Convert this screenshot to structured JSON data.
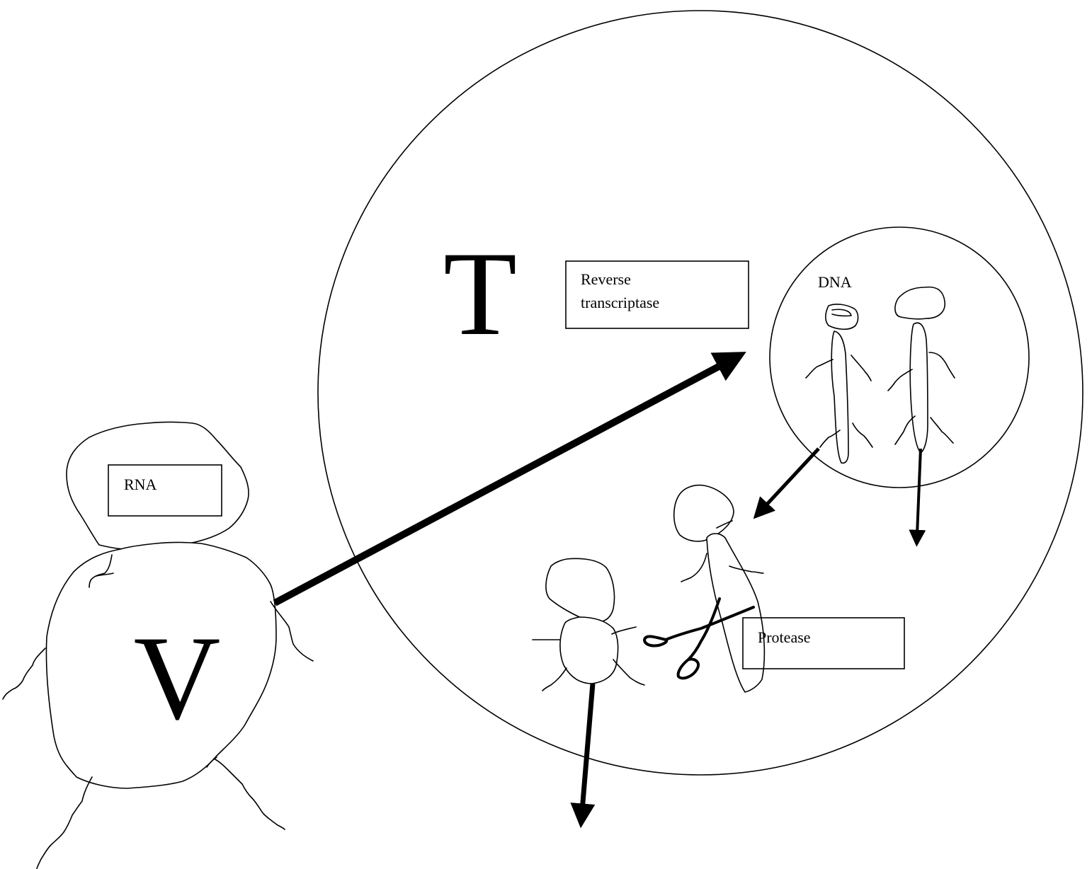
{
  "diagram": {
    "big_letters": {
      "t_cell": "T",
      "virus": "V"
    },
    "labels": {
      "rna": "RNA",
      "reverse_transcriptase_line1": "Reverse",
      "reverse_transcriptase_line2": "transcriptase",
      "dna": "DNA",
      "protease": "Protease"
    },
    "colors": {
      "ink": "#000000",
      "background": "#ffffff"
    }
  }
}
